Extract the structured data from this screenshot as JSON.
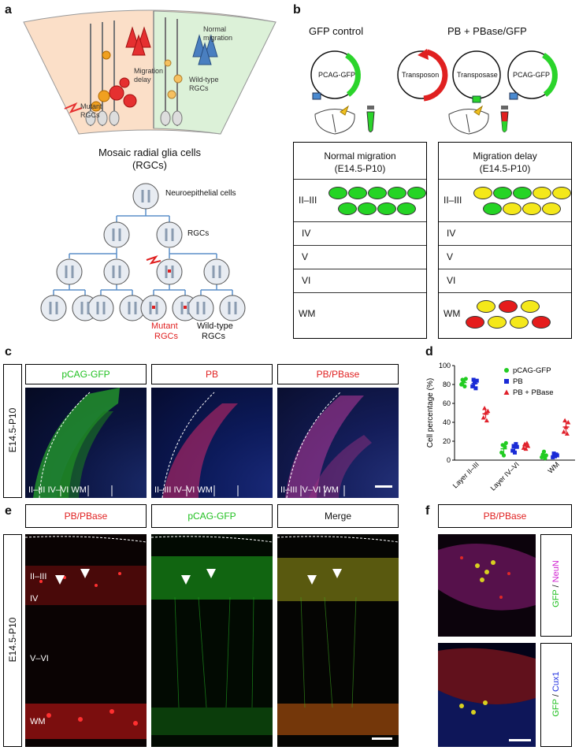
{
  "panels": {
    "a": "a",
    "b": "b",
    "c": "c",
    "d": "d",
    "e": "e",
    "f": "f"
  },
  "panel_a": {
    "normal_migration": "Normal migration",
    "migration_delay": "Migration delay",
    "wild_type_rgcs": "Wild-type RGCs",
    "mutant_rgcs": "Mutant RGCs",
    "mosaic_title": "Mosaic radial glia cells",
    "mosaic_sub": "(RGCs)",
    "tree_neuro": "Neuroepithelial cells",
    "tree_rgcs": "RGCs",
    "tree_mutant_1": "Mutant",
    "tree_mutant_2": "RGCs",
    "tree_wt_1": "Wild-type",
    "tree_wt_2": "RGCs"
  },
  "panel_b": {
    "gfp_control": "GFP control",
    "pb_pbase": "PB + PBase/GFP",
    "plasmid_pcag": "PCAG-GFP",
    "plasmid_transposon": "Transposon",
    "plasmid_transposase": "Transposase",
    "plasmid_pcag2": "PCAG-GFP",
    "normal_title": "Normal migration",
    "normal_sub": "(E14.5-P10)",
    "delay_title": "Migration delay",
    "delay_sub": "(E14.5-P10)",
    "layers": [
      "II–III",
      "IV",
      "V",
      "VI",
      "WM"
    ]
  },
  "panel_c": {
    "row_label": "E14.5-P10",
    "h1": "pCAG-GFP",
    "h2": "PB",
    "h3": "PB/PBase",
    "layers": "II–III  IV–VI  WM",
    "layers_short": "II–III IV–VI WM"
  },
  "panel_e": {
    "row_label": "E14.5-P10",
    "h1": "PB/PBase",
    "h2": "pCAG-GFP",
    "h3": "Merge",
    "l1": "II–III",
    "l2": "IV",
    "l3": "V–VI",
    "l4": "WM"
  },
  "panel_f": {
    "header": "PB/PBase",
    "side1_a": "GFP",
    "side1_sep": " / ",
    "side1_b": "NeuN",
    "side2_a": "GFP",
    "side2_sep": " / ",
    "side2_b": "Cux1"
  },
  "chart_data": {
    "type": "scatter",
    "ylabel": "Cell percentage (%)",
    "categories": [
      "Layer II–III",
      "Layer IV–VI",
      "WM"
    ],
    "ylim": [
      0,
      100
    ],
    "yticks": [
      0,
      20,
      40,
      60,
      80,
      100
    ],
    "legend_placement": "top-right",
    "series": [
      {
        "name": "pCAG-GFP",
        "color": "#22cc22",
        "marker": "circle",
        "means": [
          82,
          12,
          5
        ],
        "points": [
          [
            80,
            85,
            83,
            78,
            86
          ],
          [
            8,
            16,
            5,
            14,
            18
          ],
          [
            3,
            6,
            9,
            2,
            5
          ]
        ]
      },
      {
        "name": "PB",
        "color": "#1a2bd6",
        "marker": "square",
        "means": [
          81,
          13,
          5
        ],
        "points": [
          [
            78,
            85,
            82,
            76,
            84
          ],
          [
            10,
            15,
            8,
            17,
            14
          ],
          [
            3,
            7,
            4,
            6,
            5
          ]
        ]
      },
      {
        "name": "PB + PBase",
        "color": "#e0202a",
        "marker": "triangle",
        "means": [
          49,
          15,
          35
        ],
        "points": [
          [
            45,
            55,
            50,
            42,
            52
          ],
          [
            13,
            17,
            12,
            18,
            15
          ],
          [
            30,
            42,
            35,
            28,
            40
          ]
        ]
      }
    ]
  }
}
